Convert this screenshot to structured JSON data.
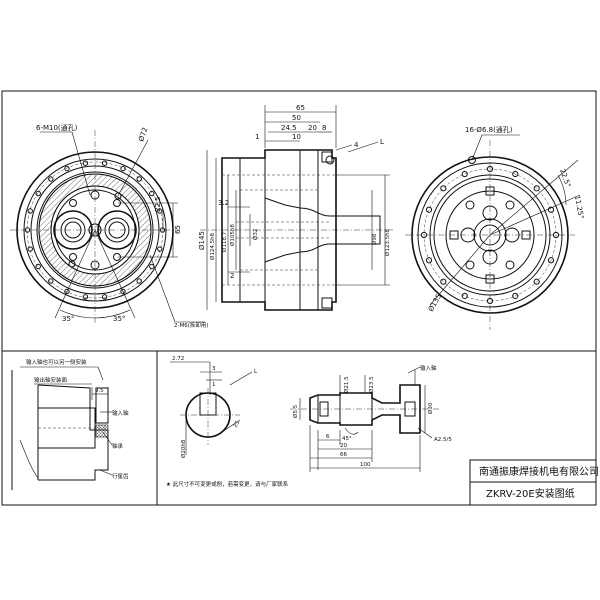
{
  "dimensions": {
    "front_left": {
      "thread_top": "6-M10(通孔)",
      "dia_top": "Ø72",
      "right_22_5": "22.5",
      "right_65": "65",
      "bot_angle_1": "35°",
      "bot_angle_2": "35°",
      "thread_bot": "2-M6(拆卸用)"
    },
    "side_section": {
      "d65": "65",
      "d50": "50",
      "d24_5": "24.5",
      "d20": "20",
      "d8": "8",
      "d10": "10",
      "n1": "1",
      "n4": "4",
      "letter_L": "L",
      "d3_2": "3.2",
      "d2": "2",
      "d145": "Ø145",
      "d124": "Ø124.5h8",
      "d118": "Ø118.7",
      "d105": "Ø105h8",
      "d32": "Ø32",
      "d98": "Ø98",
      "d123": "Ø123.5h8"
    },
    "front_right": {
      "thread": "16-Ø6.8(通孔)",
      "a22_5": "22.5°",
      "a11_25": "11.25°",
      "d135": "Ø135"
    },
    "detail_left": {
      "title": "输入轴也可以另一侧安装",
      "note1": "输出轴安装面",
      "d9_5": "9.5",
      "note2": "输入轴",
      "note3": "轴承",
      "note4": "行星齿"
    },
    "detail_mid": {
      "d2_72": "2.72",
      "d3": "3",
      "d1": "1",
      "L": "L",
      "dia": "Ø20h8",
      "d25": "25",
      "note": "★ 此尺寸不可变更或削，若需变更，请与厂家联系"
    },
    "shaft": {
      "d21_5": "Ø21.5",
      "d23_5": "Ø23.5",
      "d30": "Ø30",
      "d5_5": "Ø5.5",
      "a25_5": "A2.5/5",
      "d45": "45°",
      "d6": "6",
      "d20": "20",
      "d66": "66",
      "d100": "100",
      "note": "输入轴"
    }
  },
  "title_block": {
    "company": "南通振康焊接机电有限公司",
    "drawing": "ZKRV-20E安装图纸"
  }
}
